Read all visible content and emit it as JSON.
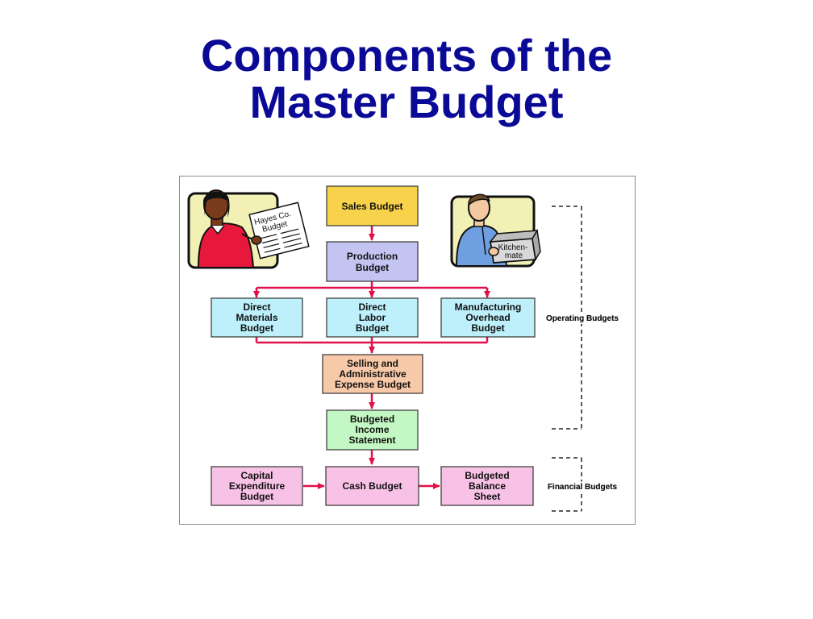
{
  "title": {
    "line1": "Components of the",
    "line2": "Master Budget"
  },
  "diagram": {
    "sales": [
      "Sales Budget"
    ],
    "production": [
      "Production",
      "Budget"
    ],
    "direct_materials": [
      "Direct",
      "Materials",
      "Budget"
    ],
    "direct_labor": [
      "Direct",
      "Labor",
      "Budget"
    ],
    "mfg_overhead": [
      "Manufacturing",
      "Overhead",
      "Budget"
    ],
    "selling_admin": [
      "Selling and",
      "Administrative",
      "Expense Budget"
    ],
    "income_statement": [
      "Budgeted",
      "Income",
      "Statement"
    ],
    "capital_expenditure": [
      "Capital",
      "Expenditure",
      "Budget"
    ],
    "cash": [
      "Cash Budget"
    ],
    "balance_sheet": [
      "Budgeted",
      "Balance",
      "Sheet"
    ],
    "operating_label": "Operating Budgets",
    "financial_label": "Financial Budgets",
    "paper_text": [
      "Hayes Co.",
      "Budget"
    ],
    "box_text": [
      "Kitchen-",
      "mate"
    ]
  },
  "colors": {
    "title": "#0a0a96",
    "sales": "#f7d24a",
    "production": "#c4c4f2",
    "blue_boxes": "#bdf0fb",
    "selling_admin": "#f8c9a8",
    "income_statement": "#c3f7c3",
    "financial_boxes": "#f8c2e6",
    "arrows": "#e0104a"
  }
}
